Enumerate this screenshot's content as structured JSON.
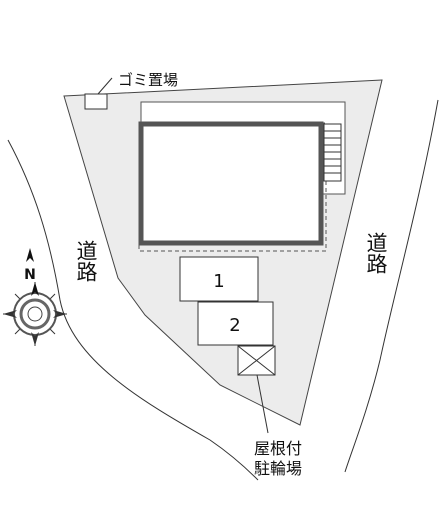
{
  "labels": {
    "garbage_area": "ゴミ置場",
    "road_left": "道路",
    "road_right": "道路",
    "north": "N",
    "covered_parking_line1": "屋根付",
    "covered_parking_line2": "駐輪場"
  },
  "parking_spaces": [
    "1",
    "2"
  ],
  "colors": {
    "lot": "#ececec",
    "building_border": "#555555",
    "line": "#333333"
  },
  "icons": {
    "compass": "compass-rose-icon",
    "bicycle_parking": "crossed-box-icon"
  }
}
